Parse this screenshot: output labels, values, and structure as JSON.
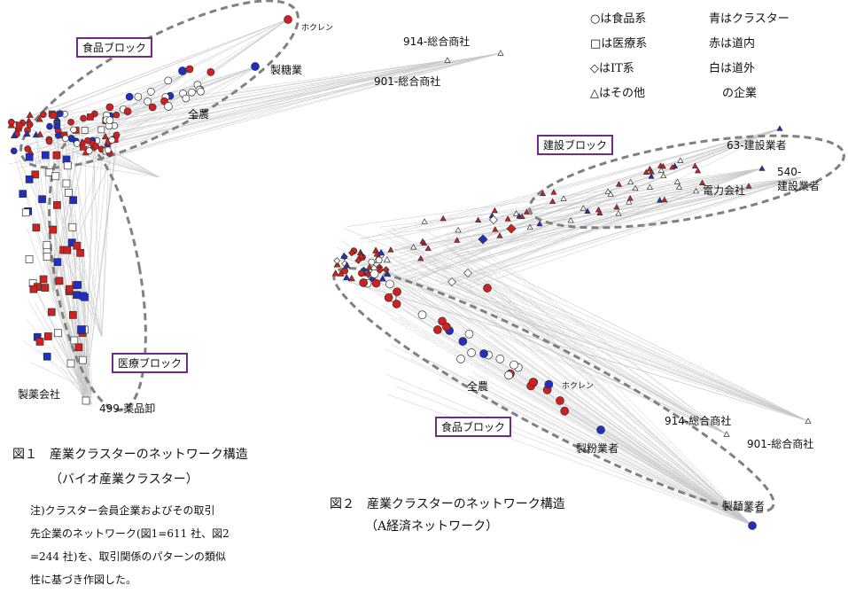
{
  "legend": {
    "row1_left": "○は食品系",
    "row1_right": "青はクラスター",
    "row2_left": "□は医療系",
    "row2_right": "赤は道内",
    "row3_left": "◇はIT系",
    "row3_right": "白は道外",
    "row4_left": "△はその他",
    "row4_right": "の企業"
  },
  "fig1": {
    "block_food": "食品ブロック",
    "block_medical": "医療ブロック",
    "labels": {
      "hokuren": "ホクレン",
      "trade914": "914-総合商社",
      "trade901": "901-総合商社",
      "sugar": "製糖業",
      "zennoh": "全農",
      "pharma": "製薬会社",
      "wholesale499": "499-薬品卸"
    },
    "caption_line1": "図１　産業クラスターのネットワーク構造",
    "caption_line2": "（バイオ産業クラスター）",
    "note_line1": "注)クラスター会員企業およびその取引",
    "note_line2": "先企業のネットワーク(図1=611  社、図2",
    "note_line3": "=244  社)を、取引関係のパターンの類似",
    "note_line4": "性に基づき作図した。"
  },
  "fig2": {
    "block_construction": "建設ブロック",
    "block_food": "食品ブロック",
    "labels": {
      "construct63": "63-建設業者",
      "construct540": "540-\n建設業者",
      "power": "電力会社",
      "zennoh": "全農",
      "hokuren": "ホクレン",
      "trade914": "914-総合商社",
      "trade901": "901-総合商社",
      "flour": "製粉業者",
      "noodle": "製麺業者"
    },
    "caption_line1": "図２　産業クラスターのネットワーク構造",
    "caption_line2": "（A経済ネットワーク）"
  },
  "colors": {
    "cluster": "#1f2fc4",
    "inside_hokkaido": "#d41f1f",
    "outside_hokkaido": "#ffffff",
    "edge": "#c8c8c8",
    "block_border": "#6e2c85",
    "outline": "#808080"
  }
}
